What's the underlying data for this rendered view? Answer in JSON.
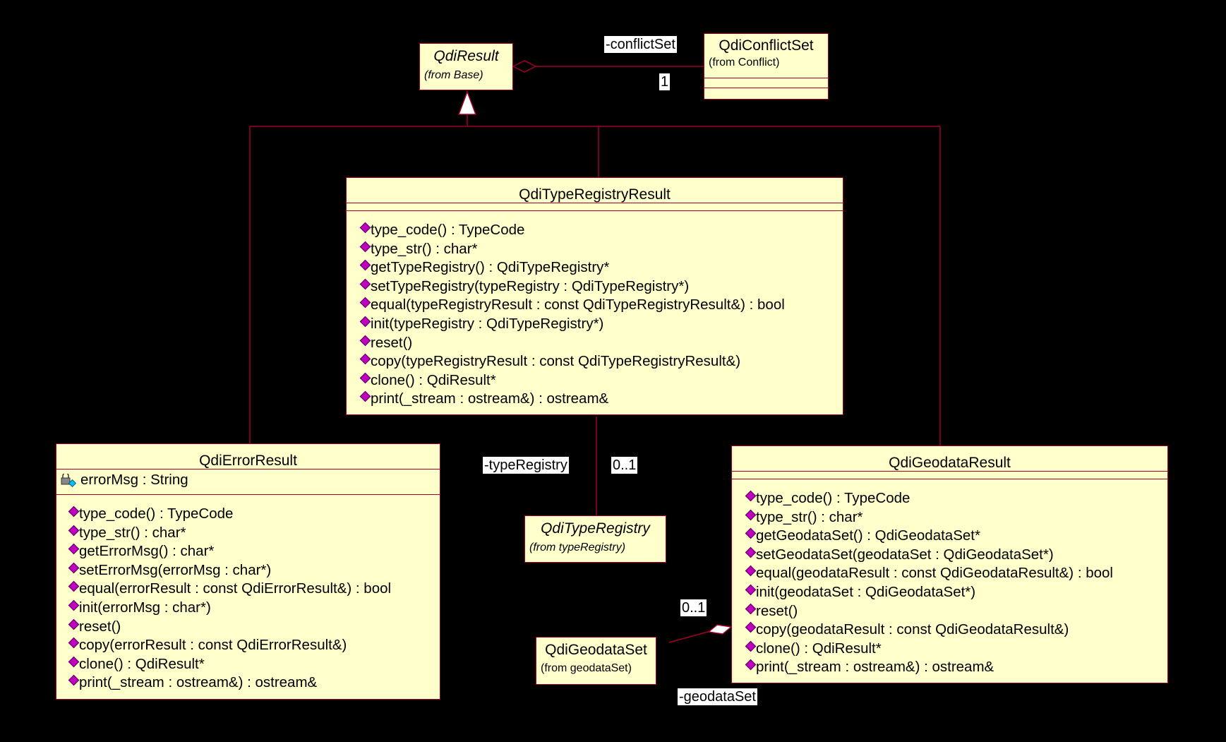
{
  "classes": {
    "result": {
      "name": "QdiResult",
      "from": "(from Base)"
    },
    "conflict": {
      "name": "QdiConflictSet",
      "from": "(from Conflict)"
    },
    "typeRegistryResult": {
      "name": "QdiTypeRegistryResult",
      "operations": [
        "type_code() : TypeCode",
        "type_str() : char*",
        "getTypeRegistry() : QdiTypeRegistry*",
        "setTypeRegistry(typeRegistry : QdiTypeRegistry*)",
        "equal(typeRegistryResult : const QdiTypeRegistryResult&) : bool",
        "init(typeRegistry : QdiTypeRegistry*)",
        "reset()",
        "copy(typeRegistryResult : const QdiTypeRegistryResult&)",
        "clone() : QdiResult*",
        "print(_stream : ostream&) : ostream&"
      ]
    },
    "errorResult": {
      "name": "QdiErrorResult",
      "attribute": "errorMsg : String",
      "operations": [
        "type_code() : TypeCode",
        "type_str() : char*",
        "getErrorMsg() : char*",
        "setErrorMsg(errorMsg : char*)",
        "equal(errorResult : const QdiErrorResult&) : bool",
        "init(errorMsg : char*)",
        "reset()",
        "copy(errorResult : const QdiErrorResult&)",
        "clone() : QdiResult*",
        "print(_stream : ostream&) : ostream&"
      ]
    },
    "typeRegistry": {
      "name": "QdiTypeRegistry",
      "from": "(from typeRegistry)"
    },
    "geodataResult": {
      "name": "QdiGeodataResult",
      "operations": [
        "type_code() : TypeCode",
        "type_str() : char*",
        "getGeodataSet() : QdiGeodataSet*",
        "setGeodataSet(geodataSet : QdiGeodataSet*)",
        "equal(geodataResult : const QdiGeodataResult&) : bool",
        "init(geodataSet : QdiGeodataSet*)",
        "reset()",
        "copy(geodataResult : const QdiGeodataResult&)",
        "clone() : QdiResult*",
        "print(_stream : ostream&) : ostream&"
      ]
    },
    "geodataSet": {
      "name": "QdiGeodataSet",
      "from": "(from geodataSet)"
    }
  },
  "labels": {
    "conflictSetRole": "-conflictSet",
    "conflictSetMult": "1",
    "typeRegistryRole": "-typeRegistry",
    "typeRegistryMult": "0..1",
    "geodataSetMult": "0..1",
    "geodataSetRole": "-geodataSet"
  },
  "colors": {
    "background": "#000000",
    "classFill": "#ffffcc",
    "border": "#a0002a",
    "operationIcon": "#c000c0"
  }
}
